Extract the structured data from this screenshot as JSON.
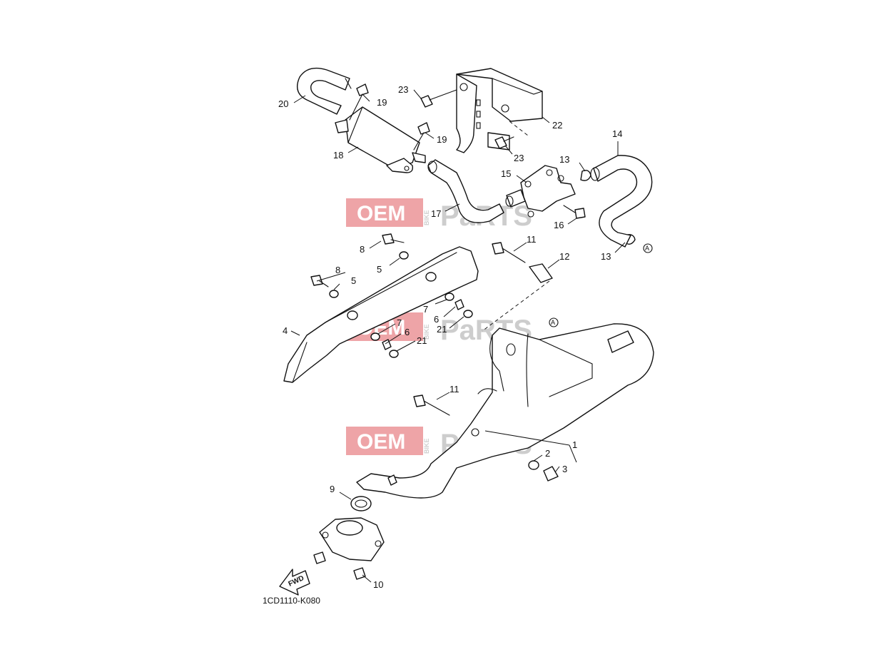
{
  "diagram_code": "1CD1110-K080",
  "fwd_label": "FWD",
  "circle_ref": "A",
  "watermark": {
    "oem": "OEM",
    "bike": "BIKE",
    "parts": "PaRTS"
  },
  "labels": {
    "p1": "1",
    "p2": "2",
    "p3": "3",
    "p4": "4",
    "p5a": "5",
    "p5b": "5",
    "p6a": "6",
    "p6b": "6",
    "p7a": "7",
    "p7b": "7",
    "p8a": "8",
    "p8b": "8",
    "p9": "9",
    "p10": "10",
    "p11a": "11",
    "p11b": "11",
    "p12": "12",
    "p13a": "13",
    "p13b": "13",
    "p14": "14",
    "p15": "15",
    "p16": "16",
    "p17": "17",
    "p18": "18",
    "p19a": "19",
    "p19b": "19",
    "p20": "20",
    "p21a": "21",
    "p21b": "21",
    "p22": "22",
    "p23a": "23",
    "p23b": "23"
  }
}
